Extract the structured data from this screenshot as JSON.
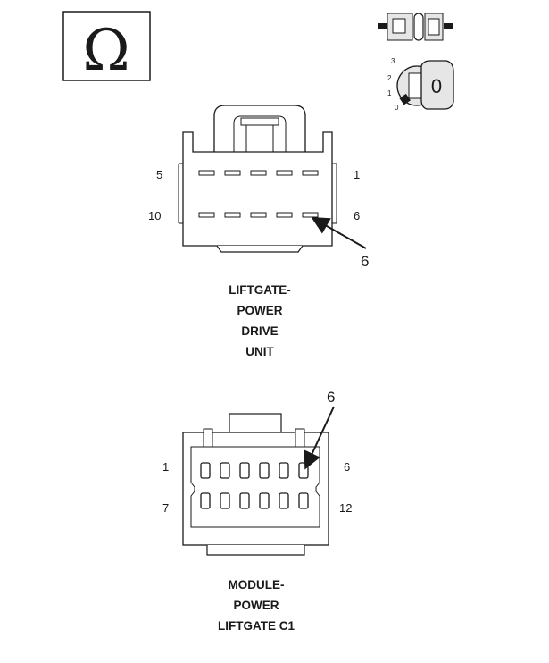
{
  "meter_symbol": "Ω",
  "key_switch": {
    "positions": [
      "3",
      "2",
      "1",
      "0"
    ],
    "key_label": "0"
  },
  "connector_top": {
    "pin_labels": {
      "top_left": "5",
      "top_right": "1",
      "bottom_left": "10",
      "bottom_right": "6"
    },
    "callout": "6",
    "name_lines": [
      "LIFTGATE-",
      "POWER",
      "DRIVE",
      "UNIT"
    ]
  },
  "connector_bottom": {
    "pin_labels": {
      "top_left": "1",
      "top_right": "6",
      "bottom_left": "7",
      "bottom_right": "12"
    },
    "callout": "6",
    "name_lines": [
      "MODULE-",
      "POWER",
      "LIFTGATE C1"
    ]
  },
  "colors": {
    "line": "#1a1a1a",
    "fill": "#ffffff",
    "shade": "#d8d8d8"
  }
}
